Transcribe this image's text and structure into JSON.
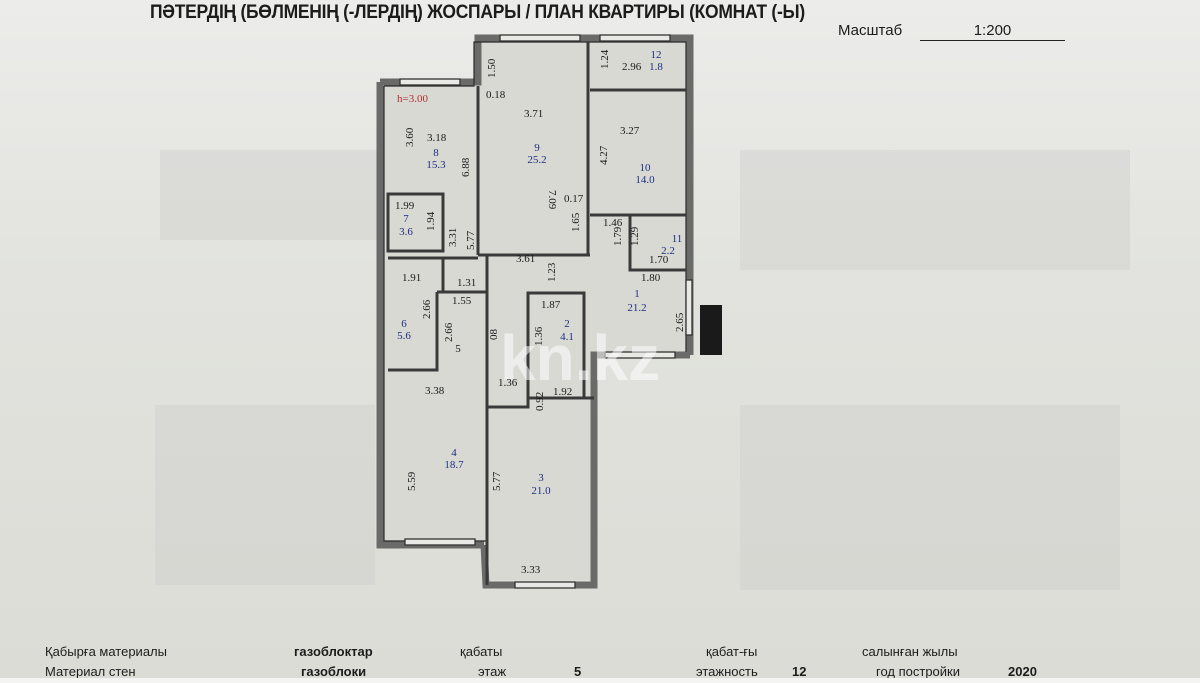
{
  "header": {
    "title": "ПӘТЕРДІҢ (БӨЛМЕНІҢ (-ЛЕРДІҢ) ЖОСПАРЫ / ПЛАН КВАРТИРЫ (КОМНАТ (-Ы)",
    "scale_label": "Масштаб",
    "scale_value": "1:200"
  },
  "plan": {
    "ceiling_height": "h=3.00",
    "watermark": "kn.kz",
    "rooms": [
      {
        "number": "1",
        "area": "21.2"
      },
      {
        "number": "2",
        "area": "4.1"
      },
      {
        "number": "3",
        "area": "21.0"
      },
      {
        "number": "4",
        "area": "18.7"
      },
      {
        "number": "5",
        "area": ""
      },
      {
        "number": "6",
        "area": "5.6"
      },
      {
        "number": "7",
        "area": "3.6"
      },
      {
        "number": "8",
        "area": "15.3"
      },
      {
        "number": "9",
        "area": "25.2"
      },
      {
        "number": "10",
        "area": "14.0"
      },
      {
        "number": "11",
        "area": "2.2"
      },
      {
        "number": "12",
        "area": "1.8"
      }
    ],
    "dimensions": {
      "d_150": "1.50",
      "d_018": "0.18",
      "d_371": "3.71",
      "d_709": "7.09",
      "d_017": "0.17",
      "d_165": "1.65",
      "d_124": "1.24",
      "d_296": "2.96",
      "d_327": "3.27",
      "d_427": "4.27",
      "d_360": "3.60",
      "d_318": "3.18",
      "d_688": "6.88",
      "d_577a": "5.77",
      "d_199": "1.99",
      "d_194": "1.94",
      "d_331": "3.31",
      "d_146": "1.46",
      "d_179": "1.79",
      "d_129": "1.29",
      "d_170": "1.70",
      "d_180": "1.80",
      "d_265": "2.65",
      "d_361": "3.61",
      "d_123": "1.23",
      "d_191": "1.91",
      "d_131": "1.31",
      "d_155": "1.55",
      "d_266a": "2.66",
      "d_266b": "2.66",
      "d_187": "1.87",
      "d_136v": "1.36",
      "d_08": "08",
      "d_338": "3.38",
      "d_136": "1.36",
      "d_092": "0.92",
      "d_192": "1.92",
      "d_559": "5.59",
      "d_577b": "5.77",
      "d_333": "3.33"
    }
  },
  "footer": {
    "wall_material_kz": "Қабырға материалы",
    "wall_material_ru": "Материал стен",
    "wall_material_value_kz": "газоблоктар",
    "wall_material_value_ru": "газоблоки",
    "floor_kz": "қабаты",
    "floor_ru": "этаж",
    "floor_value": "5",
    "floors_total_kz": "қабат-ғы",
    "floors_total_ru": "этажность",
    "floors_total_value": "12",
    "year_kz": "салынған жылы",
    "year_ru": "год постройки",
    "year_value": "2020"
  }
}
